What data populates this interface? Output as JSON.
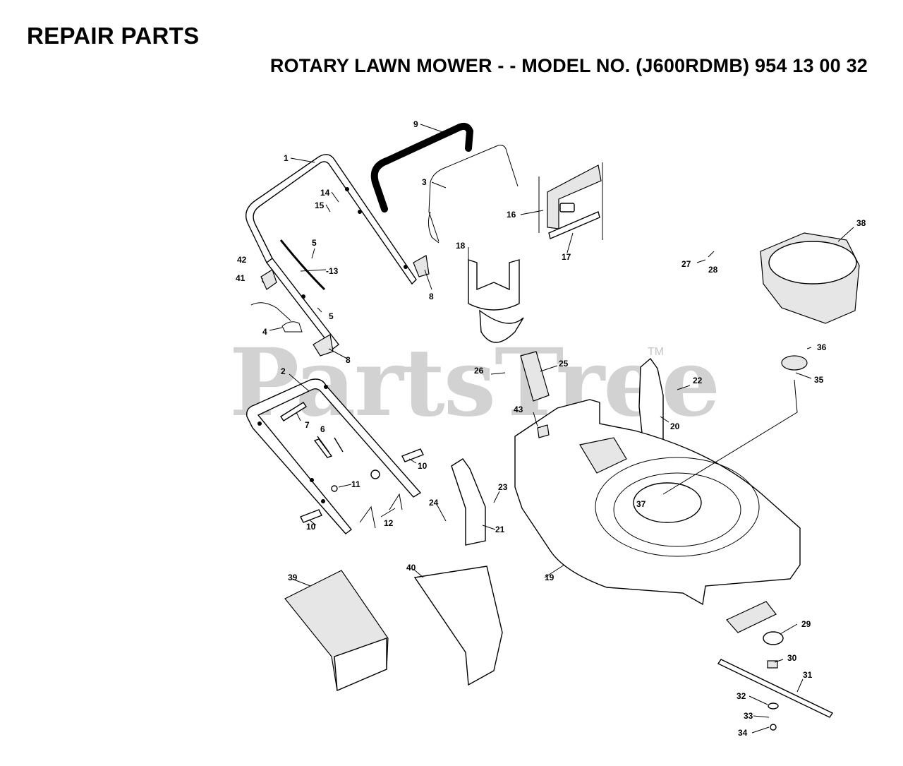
{
  "header": {
    "title": "REPAIR PARTS",
    "subtitle": "ROTARY LAWN MOWER - - MODEL NO. (J600RDMB) 954 13 00 32"
  },
  "watermark": {
    "text": "PartsTree",
    "trademark": "TM"
  },
  "callouts": [
    "1",
    "2",
    "3",
    "4",
    "5",
    "5",
    "6",
    "7",
    "8",
    "8",
    "9",
    "10",
    "10",
    "11",
    "12",
    "-13",
    "14",
    "15",
    "16",
    "17",
    "18",
    "19",
    "20",
    "21",
    "22",
    "23",
    "24",
    "25",
    "26",
    "27",
    "28",
    "29",
    "30",
    "31",
    "32",
    "33",
    "34",
    "35",
    "36",
    "37",
    "38",
    "39",
    "40",
    "41",
    "42",
    "43"
  ]
}
